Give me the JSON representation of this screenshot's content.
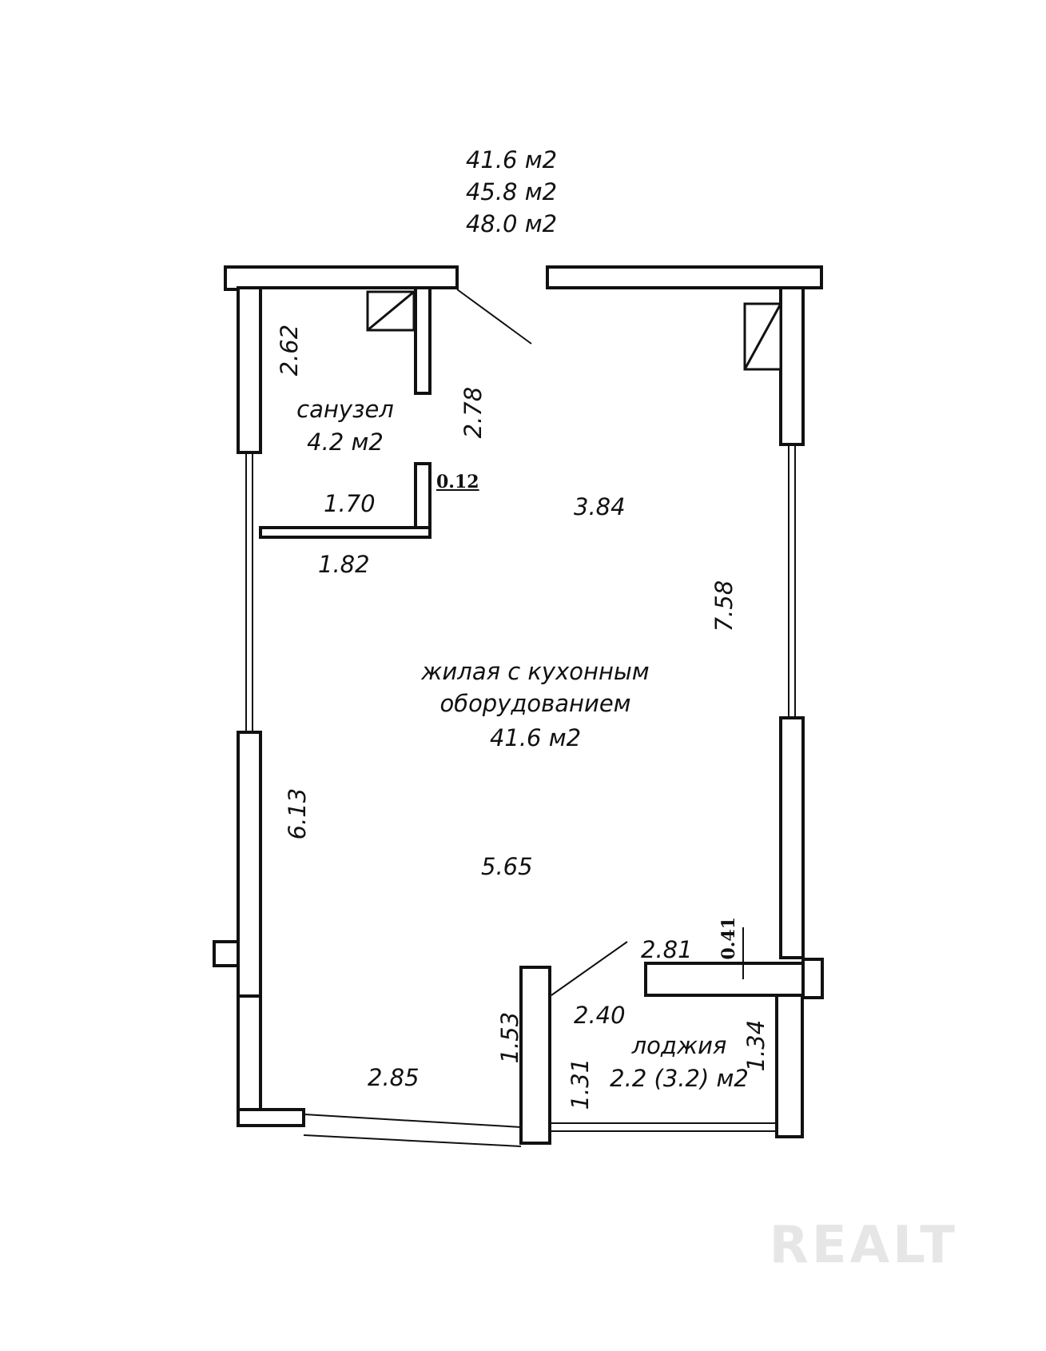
{
  "areas_header": {
    "total_living": "41.6 м2",
    "total_general": "45.8 м2",
    "total_with_loggia": "48.0 м2"
  },
  "rooms": {
    "bathroom": {
      "name": "санузел",
      "area": "4.2 м2"
    },
    "living": {
      "name_line1": "жилая с кухонным",
      "name_line2": "оборудованием",
      "area": "41.6 м2"
    },
    "loggia": {
      "name": "лоджия",
      "area": "2.2 (3.2) м2"
    }
  },
  "dimensions": {
    "d_2_62": "2.62",
    "d_2_78": "2.78",
    "d_0_12": "0.12",
    "d_1_70": "1.70",
    "d_1_82": "1.82",
    "d_3_84": "3.84",
    "d_7_58": "7.58",
    "d_6_13": "6.13",
    "d_5_65": "5.65",
    "d_0_41": "0.41",
    "d_2_81": "2.81",
    "d_2_40": "2.40",
    "d_1_53": "1.53",
    "d_1_31": "1.31",
    "d_1_34": "1.34",
    "d_2_85": "2.85"
  },
  "watermark": "REALT"
}
